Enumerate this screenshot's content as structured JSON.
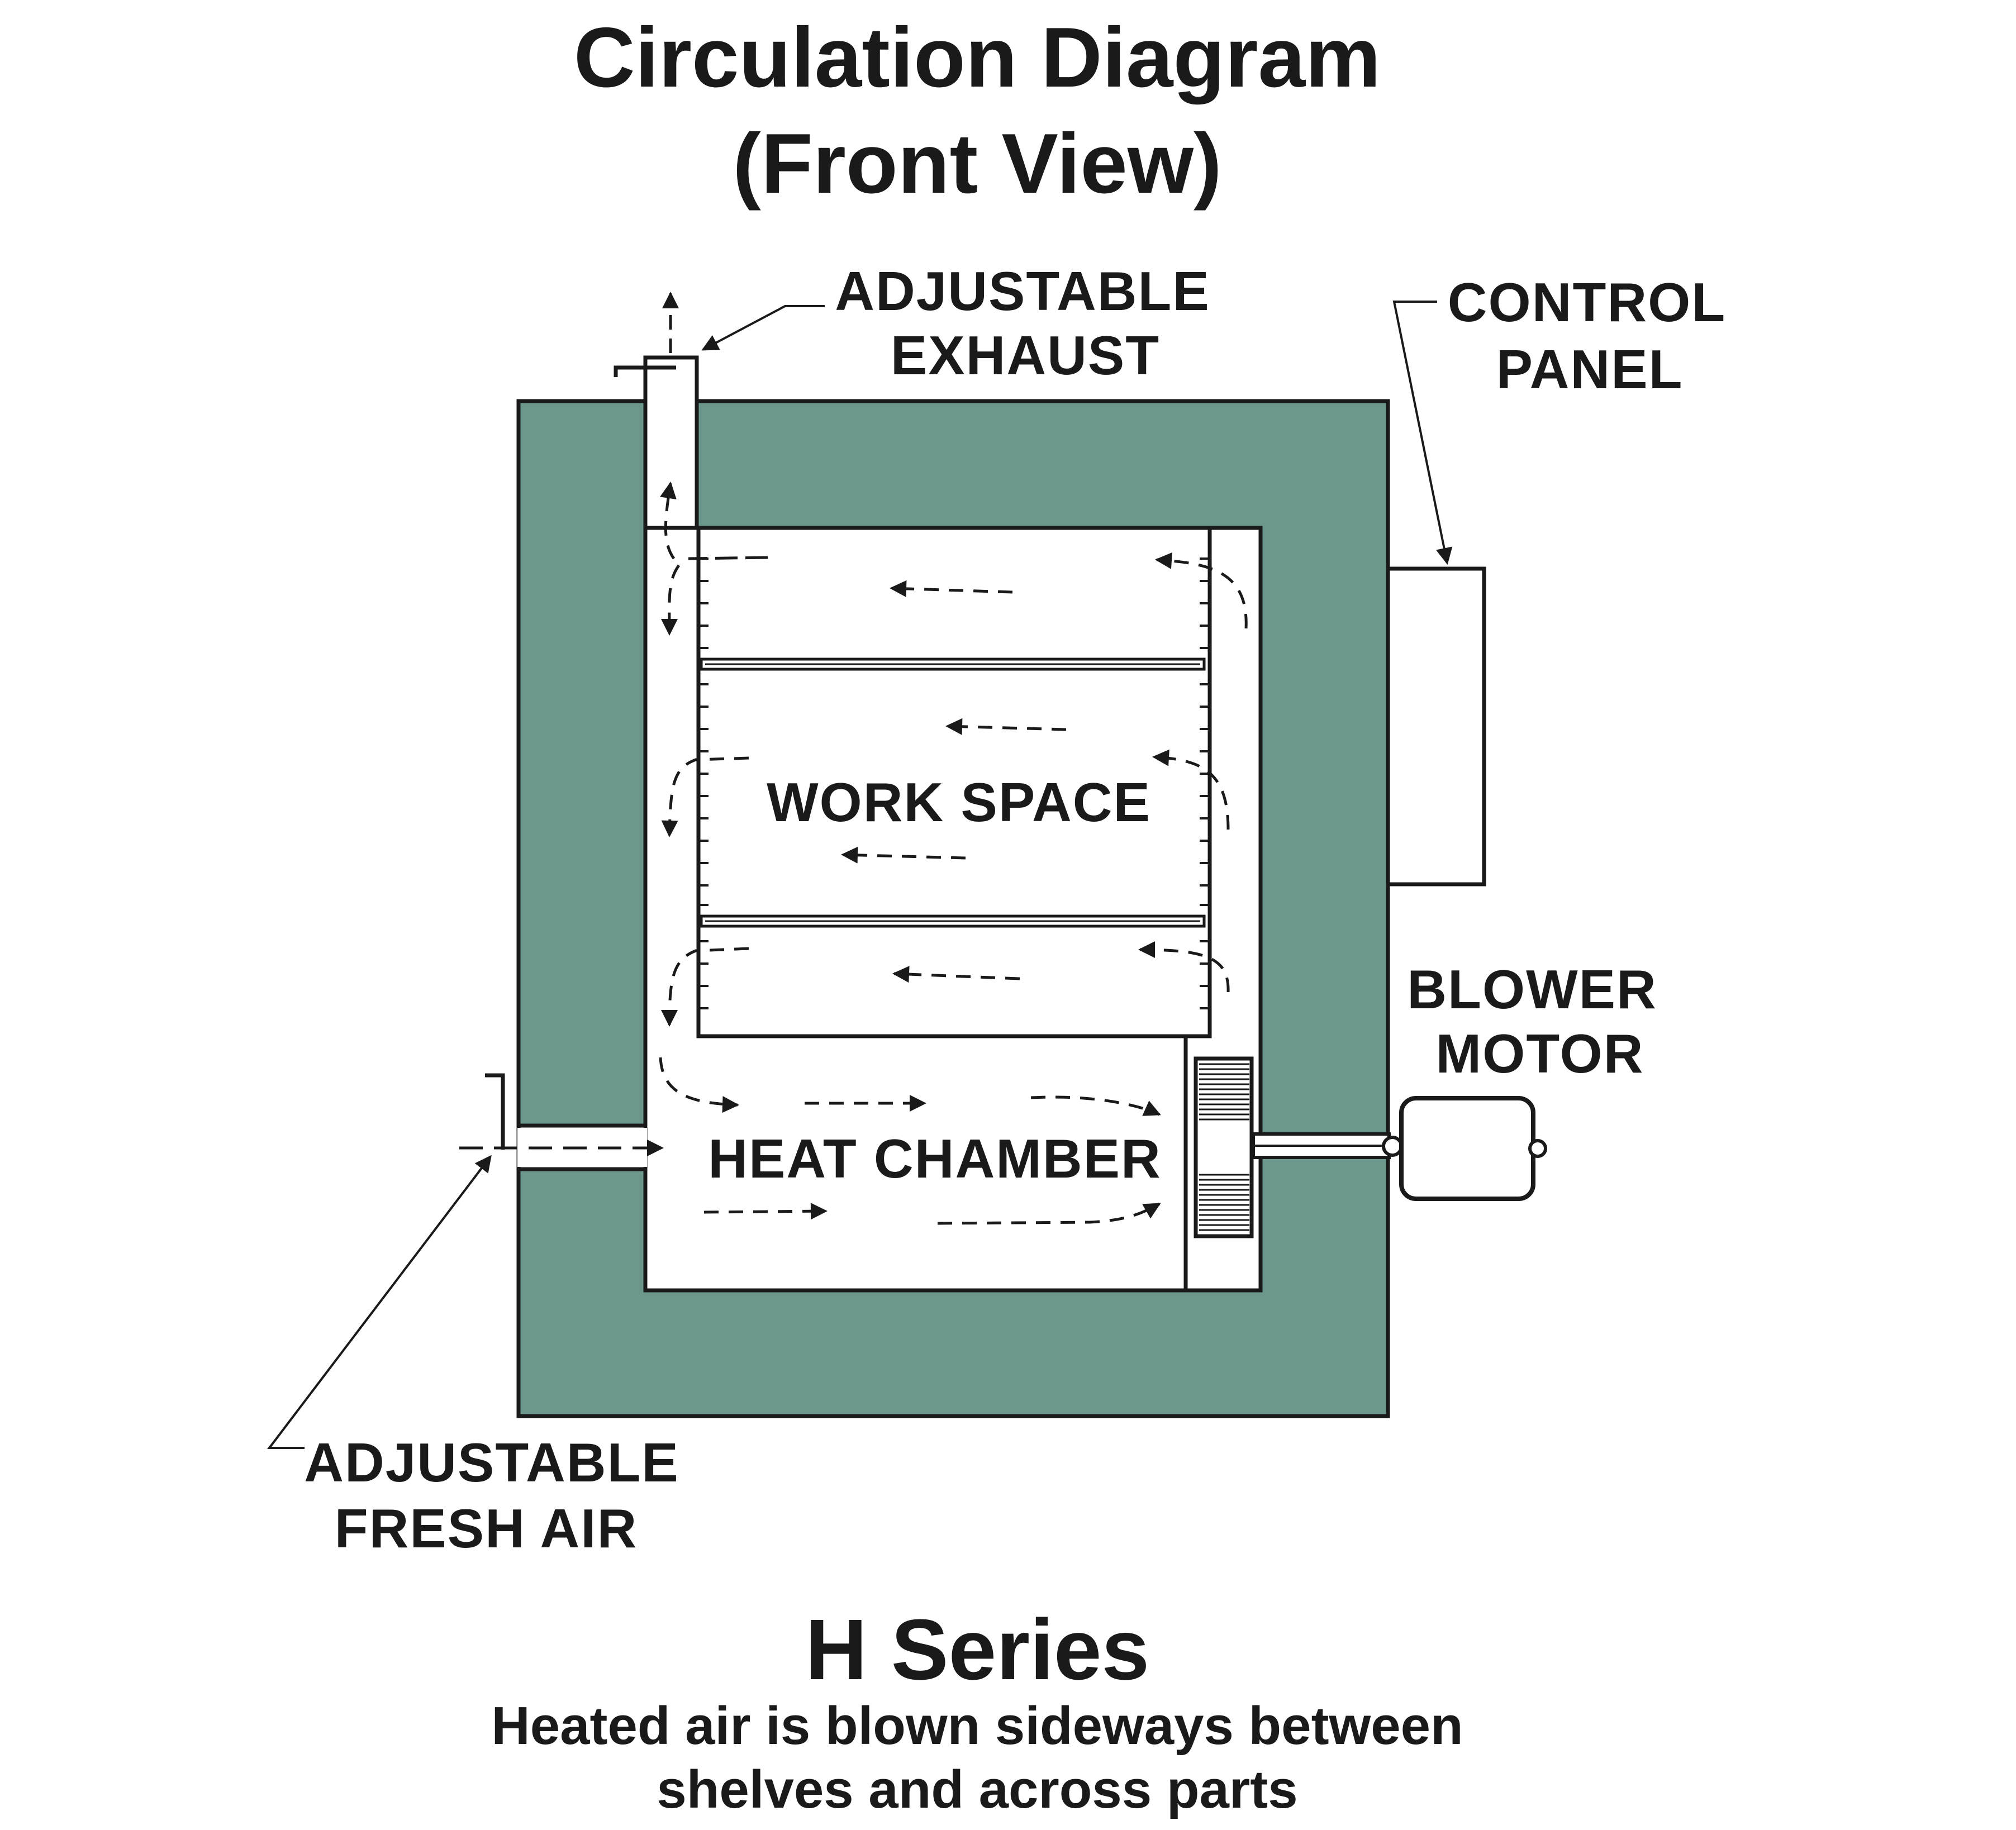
{
  "title": {
    "line1": "Circulation Diagram",
    "line2": "(Front View)"
  },
  "labels": {
    "exhaust": [
      "ADJUSTABLE",
      "EXHAUST"
    ],
    "control_panel": [
      "CONTROL",
      "PANEL"
    ],
    "blower_motor": [
      "BLOWER",
      "MOTOR"
    ],
    "fresh_air": [
      "ADJUSTABLE",
      "FRESH AIR"
    ],
    "work_space": "WORK SPACE",
    "heat_chamber": "HEAT CHAMBER"
  },
  "footer": {
    "series": "H Series",
    "caption_line1": "Heated air is blown sideways between",
    "caption_line2": "shelves and across parts"
  },
  "colors": {
    "insulation": "#6b978c",
    "line": "#1a1a1a",
    "background": "#ffffff"
  }
}
